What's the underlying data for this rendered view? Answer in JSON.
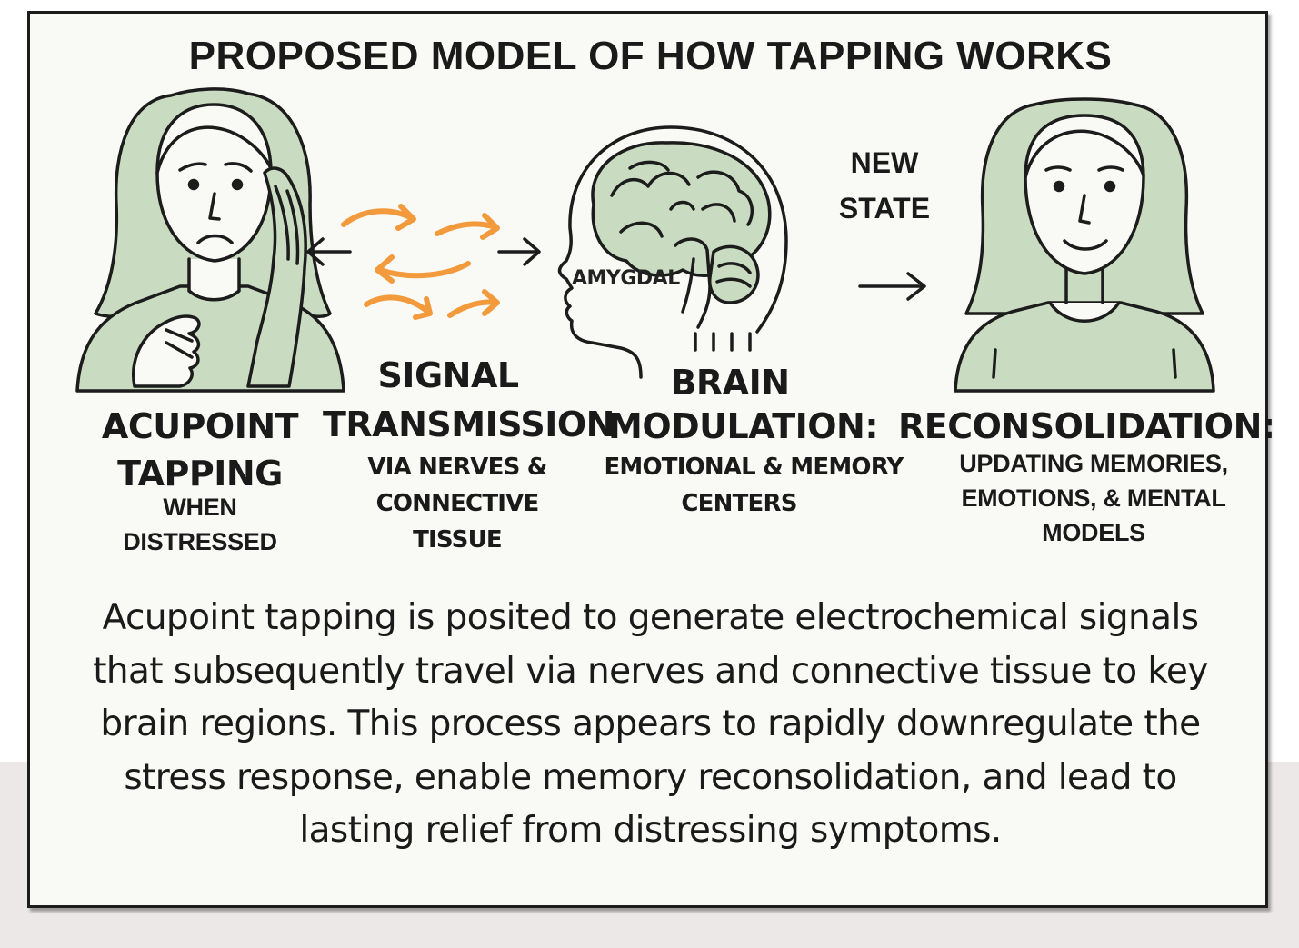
{
  "title": "PROPOSED MODEL OF HOW TAPPING WORKS",
  "stages": {
    "acupoint": {
      "line1": "ACUPOINT",
      "line2": "TAPPING",
      "sub1": "WHEN",
      "sub2": "DISTRESSED"
    },
    "signal": {
      "line1": "SIGNAL",
      "line2": "TRANSMISSION",
      "sub1": "VIA NERVES &",
      "sub2": "CONNECTIVE",
      "sub3": "TISSUE"
    },
    "brain": {
      "line1": "BRAIN",
      "line2": "MODULATION:",
      "sub1": "EMOTIONAL & MEMORY",
      "sub2": "CENTERS",
      "amygdala_label": "AMYGDAL"
    },
    "reconsolidation": {
      "line1": "RECONSOLIDATION:",
      "sub1": "UPDATING MEMORIES,",
      "sub2": "EMOTIONS, & MENTAL",
      "sub3": "MODELS"
    },
    "new_state": {
      "line1": "NEW",
      "line2": "STATE"
    }
  },
  "description": [
    "Acupoint tapping is posited to generate electrochemical signals",
    "that subsequently travel via nerves and connective tissue to key",
    "brain regions. This process appears to rapidly downregulate the",
    "stress response, enable memory reconsolidation, and lead to",
    "lasting relief from distressing symptoms."
  ],
  "colors": {
    "figure_fill": "#c9dcc2",
    "signal_arrows": "#f39a3c",
    "outline": "#1c1c1c",
    "card_background": "#f9faf6"
  },
  "icons": [
    "distressed-person-icon",
    "signal-arrows-icon",
    "brain-head-icon",
    "calm-person-icon",
    "right-arrow-icon",
    "left-arrow-icon"
  ]
}
